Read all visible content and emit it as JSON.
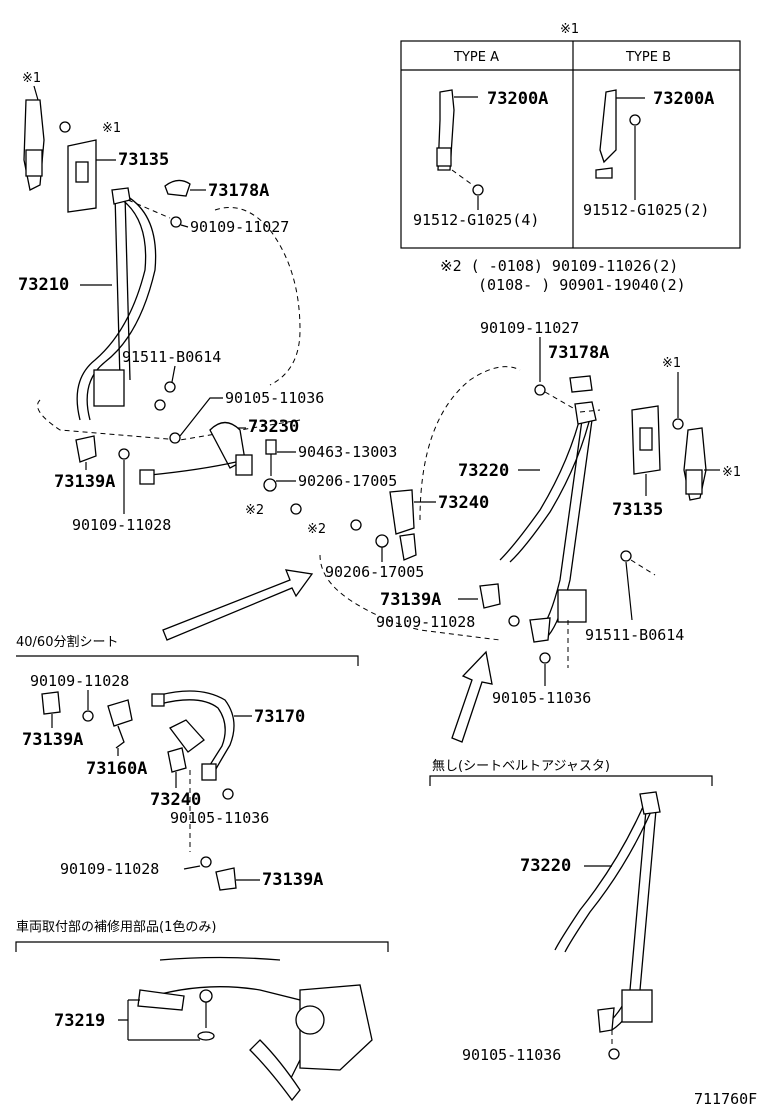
{
  "labels": {
    "p73200A_a": "73200A",
    "p73200A_b": "73200A",
    "p91512_a": "91512-G1025(4)",
    "p91512_b": "91512-G1025(2)",
    "p73135_l": "73135",
    "p73178A_l": "73178A",
    "p90109_11027_l": "90109-11027",
    "p73210": "73210",
    "p91511_l": "91511-B0614",
    "p90105_11036_l": "90105-11036",
    "p73230": "73230",
    "p90463": "90463-13003",
    "p90206_a": "90206-17005",
    "p73139A_l": "73139A",
    "p90109_11028_l": "90109-11028",
    "p73240_c": "73240",
    "p90206_b": "90206-17005",
    "p90109_11027_r": "90109-11027",
    "p73178A_r": "73178A",
    "p73220_r": "73220",
    "p73135_r": "73135",
    "p73139A_r": "73139A",
    "p90109_11028_r": "90109-11028",
    "p91511_r": "91511-B0614",
    "p90105_11036_r": "90105-11036",
    "p90109_11028_s": "90109-11028",
    "p73139A_s": "73139A",
    "p73160A": "73160A",
    "p73170": "73170",
    "p73240_s": "73240",
    "p90105_11036_s": "90105-11036",
    "p90109_11028_s2": "90109-11028",
    "p73139A_s2": "73139A",
    "p73220_n": "73220",
    "p90105_11036_n": "90105-11036",
    "p73219": "73219"
  },
  "type_table": {
    "title": "※1",
    "col_a": "TYPE A",
    "col_b": "TYPE B"
  },
  "marks": {
    "m1": "※1",
    "m1b": "※1",
    "m1c": "※1",
    "m1d": "※1",
    "m2a": "※2",
    "m2b": "※2"
  },
  "notes": {
    "n2_line1": "※2 (    -0108) 90109-11026(2)",
    "n2_line2": "(0108-    ) 90901-19040(2)"
  },
  "sections": {
    "split_seat": "40/60分割シート",
    "no_adjuster": "無し(シートベルトアジャスタ)",
    "repair_parts": "車両取付部の補修用部品(1色のみ)"
  },
  "figure_id": "711760F"
}
